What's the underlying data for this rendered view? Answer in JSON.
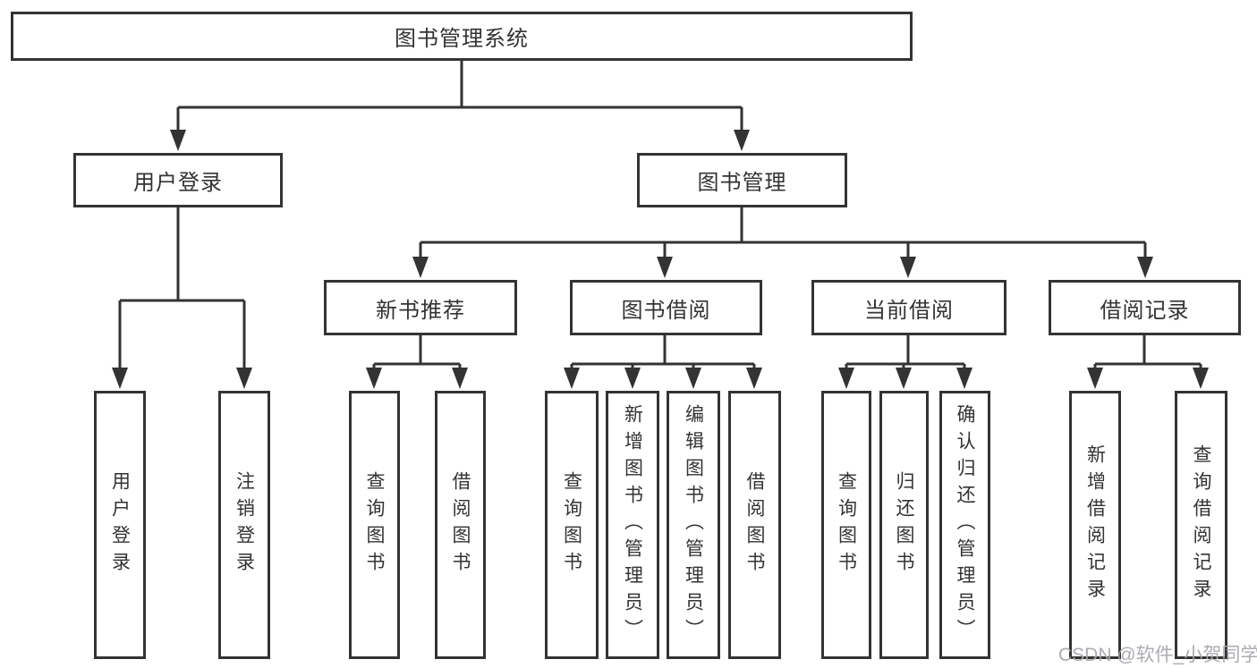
{
  "nodes": {
    "root": {
      "label": "图书管理系统"
    },
    "user_login": {
      "label": "用户登录"
    },
    "book_mgmt": {
      "label": "图书管理"
    },
    "new_book_rec": {
      "label": "新书推荐"
    },
    "book_borrow": {
      "label": "图书借阅"
    },
    "current_borrow": {
      "label": "当前借阅"
    },
    "borrow_records": {
      "label": "借阅记录"
    },
    "leaf_user_login": {
      "label": "用户登录"
    },
    "leaf_logout": {
      "label": "注销登录"
    },
    "leaf_query_book_1": {
      "label": "查询图书"
    },
    "leaf_borrow_book_1": {
      "label": "借阅图书"
    },
    "leaf_query_book_2": {
      "label": "查询图书"
    },
    "leaf_add_book": {
      "label": "新增图书（管理员）"
    },
    "leaf_edit_book": {
      "label": "编辑图书（管理员）"
    },
    "leaf_borrow_book_2": {
      "label": "借阅图书"
    },
    "leaf_query_book_3": {
      "label": "查询图书"
    },
    "leaf_return_book": {
      "label": "归还图书"
    },
    "leaf_confirm_return": {
      "label": "确认归还（管理员）"
    },
    "leaf_add_record": {
      "label": "新增借阅记录"
    },
    "leaf_query_record": {
      "label": "查询借阅记录"
    }
  },
  "watermark": {
    "text": "CSDN @软件_小贺同学"
  },
  "colors": {
    "line": "#333333",
    "box_border": "#333333",
    "text": "#333333",
    "background": "#ffffff",
    "watermark": "#a6a8ad"
  }
}
